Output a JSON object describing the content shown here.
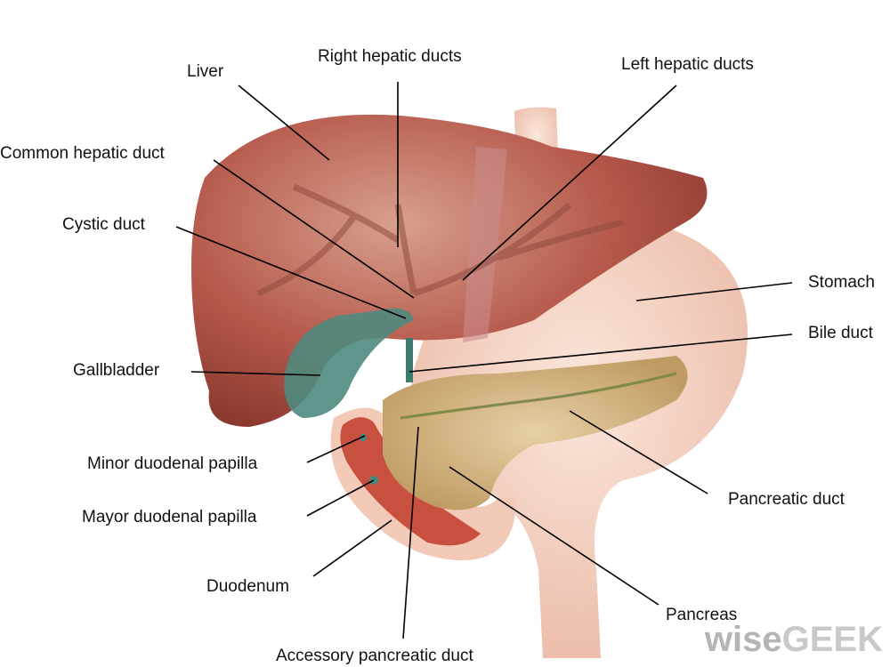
{
  "labels": {
    "liver": "Liver",
    "right_hepatic_ducts": "Right hepatic ducts",
    "left_hepatic_ducts": "Left hepatic ducts",
    "common_hepatic_duct": "Common hepatic duct",
    "cystic_duct": "Cystic duct",
    "stomach": "Stomach",
    "bile_duct": "Bile duct",
    "gallbladder": "Gallbladder",
    "minor_duodenal_papilla": "Minor duodenal papilla",
    "mayor_duodenal_papilla": "Mayor duodenal papilla",
    "pancreatic_duct": "Pancreatic duct",
    "duodenum": "Duodenum",
    "pancreas": "Pancreas",
    "accessory_pancreatic_duct": "Accessory pancreatic duct"
  },
  "watermark": {
    "prefix": "wise",
    "suffix": "GEEK"
  },
  "colors": {
    "liver": "#b5584a",
    "stomach": "#f6d2c4",
    "pancreas": "#d7b98a",
    "gallbladder": "#4f8a7e",
    "duodenum": "#c8503e"
  }
}
